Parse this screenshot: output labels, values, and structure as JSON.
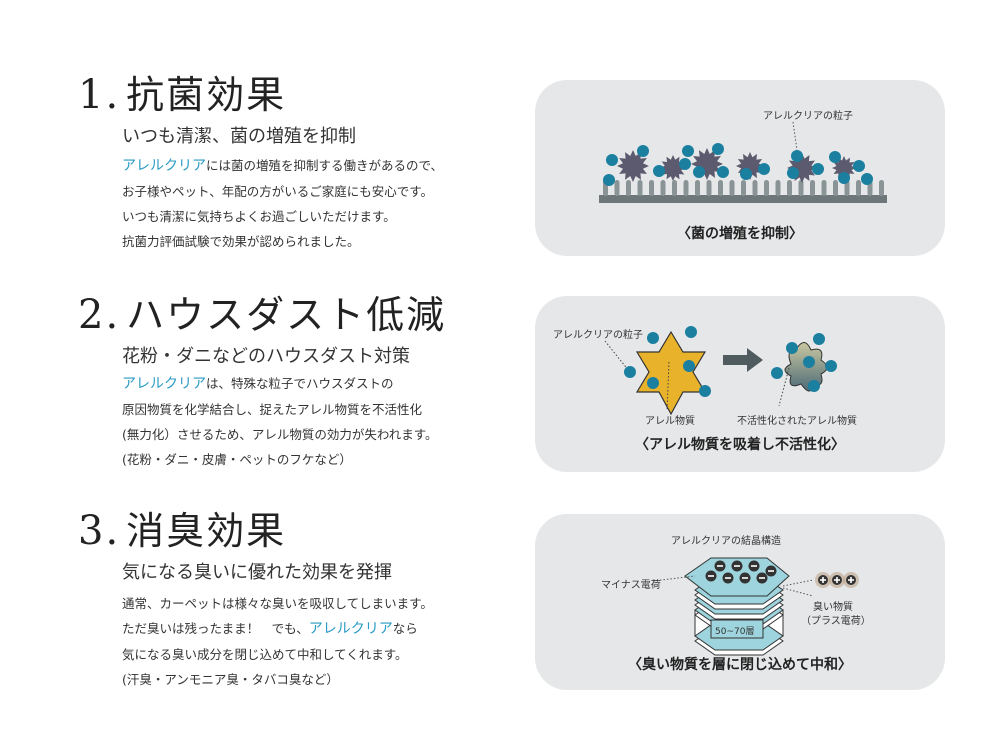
{
  "sections": [
    {
      "number": "1.",
      "title": "抗菌効果",
      "subtitle": "いつも清潔、菌の増殖を抑制",
      "lines": [
        {
          "highlight": "アレルクリア",
          "text": "には菌の増殖を抑制する働きがあるので、"
        },
        {
          "text": "お子様やペット、年配の方がいるご家庭にも安心です。"
        },
        {
          "text": "いつも清潔に気持ちよくお過ごしいただけます。"
        },
        {
          "text": "抗菌力評価試験で効果が認められました。"
        }
      ],
      "figure": {
        "label": "アレルクリアの粒子",
        "caption": "〈菌の増殖を抑制〉"
      }
    },
    {
      "number": "2.",
      "title": "ハウスダスト低減",
      "subtitle": "花粉・ダニなどのハウスダスト対策",
      "lines": [
        {
          "highlight": "アレルクリア",
          "text": "は、特殊な粒子でハウスダストの"
        },
        {
          "text": "原因物質を化学結合し、捉えたアレル物質を不活性化"
        },
        {
          "text": "(無力化）させるため、アレル物質の効力が失われます。"
        },
        {
          "text": "(花粉・ダニ・皮膚・ペットのフケなど）"
        }
      ],
      "figure": {
        "label_particle": "アレルクリアの粒子",
        "label_allergen": "アレル物質",
        "label_inactive": "不活性化されたアレル物質",
        "caption": "〈アレル物質を吸着し不活性化〉"
      }
    },
    {
      "number": "3.",
      "title": "消臭効果",
      "subtitle": "気になる臭いに優れた効果を発揮",
      "lines": [
        {
          "text": "通常、カーペットは様々な臭いを吸収してしまいます。"
        },
        {
          "text": "ただ臭いは残ったまま！　でも、",
          "highlight_after": "アレルクリア",
          "text_after": "なら"
        },
        {
          "text": "気になる臭い成分を閉じ込めて中和してくれます。"
        },
        {
          "text": "(汗臭・アンモニア臭・タバコ臭など）"
        }
      ],
      "figure": {
        "title": "アレルクリアの結晶構造",
        "label_minus": "マイナス電荷",
        "label_odor": "臭い物質",
        "label_plus": "（プラス電荷）",
        "layers": "50~70層",
        "caption": "〈臭い物質を層に閉じ込めて中和〉"
      }
    }
  ],
  "colors": {
    "accent": "#2a9bc4",
    "panel": "#e5e7e8",
    "particle": "#1b7fa0",
    "star": "#e8b22a"
  }
}
